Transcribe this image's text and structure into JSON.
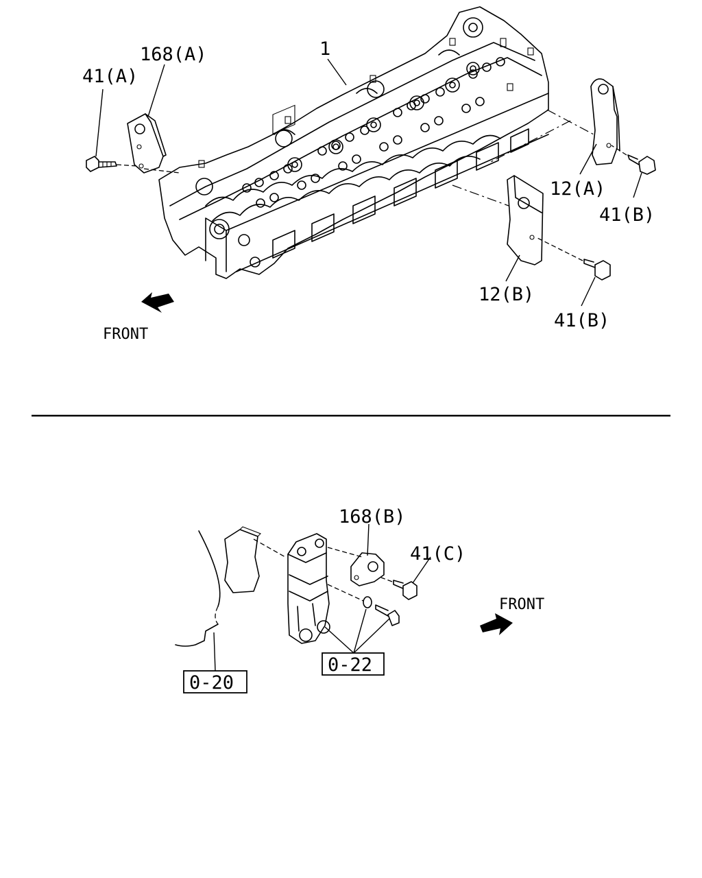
{
  "labels": {
    "part_1": "1",
    "part_168A": "168(A)",
    "part_41A": "41(A)",
    "part_12A": "12(A)",
    "part_41B_upper": "41(B)",
    "part_12B": "12(B)",
    "part_41B_lower": "41(B)",
    "front_top": "FRONT",
    "part_168B": "168(B)",
    "part_41C": "41(C)",
    "front_bottom": "FRONT",
    "ref_0_20": "0-20",
    "ref_0_22": "0-22"
  },
  "icons": {
    "front_arrow_top": "front-arrow-icon",
    "front_arrow_bottom": "front-arrow-icon"
  }
}
